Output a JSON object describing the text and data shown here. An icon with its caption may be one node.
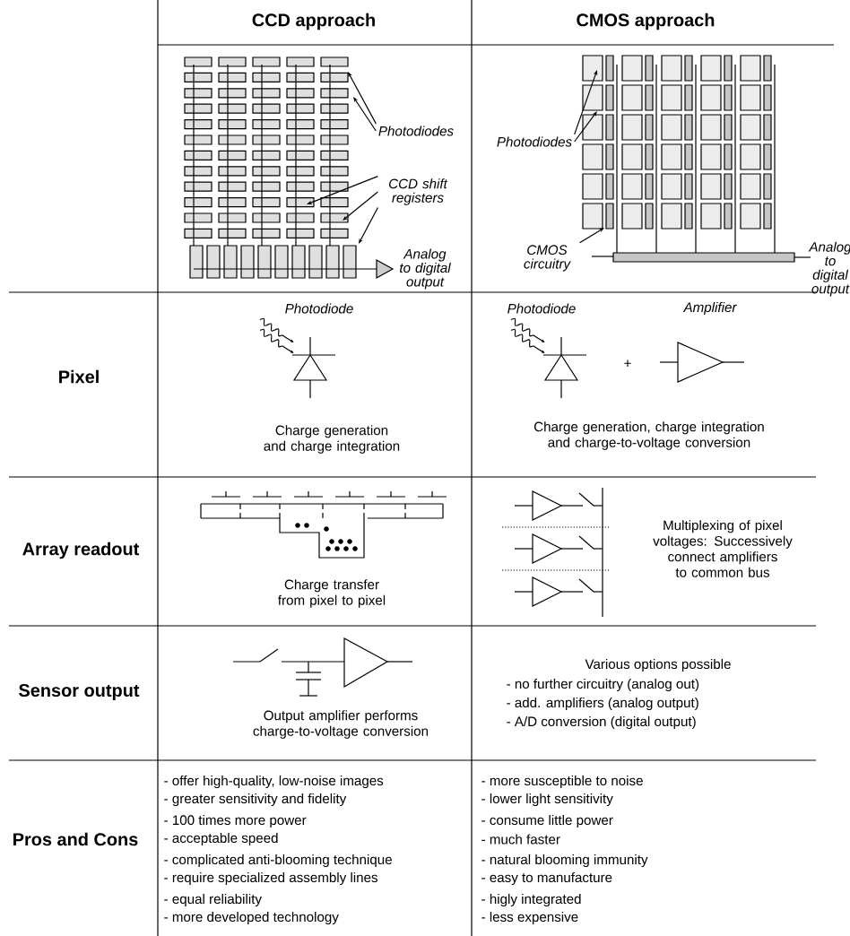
{
  "diagram": {
    "nodes": [
      {
        "text": [
          "Photodiodes"
        ]
      },
      {
        "text": [
          "CCD shift registers"
        ]
      },
      {
        "text": [
          "Photodiodes"
        ]
      },
      {
        "text": [
          "CMOS circuitry"
        ]
      }
    ],
    "edges": [
      {
        "from": 0,
        "to": null,
        "arrow": "to"
      },
      {
        "from": 0,
        "to": null,
        "arrow": "to"
      },
      {
        "from": 1,
        "to": null,
        "arrow": "to"
      },
      {
        "from": 1,
        "to": null,
        "arrow": "to"
      },
      {
        "from": 1,
        "to": null,
        "arrow": "to"
      },
      {
        "from": 2,
        "to": null,
        "arrow": "to"
      },
      {
        "from": 2,
        "to": null,
        "arrow": "to"
      },
      {
        "from": 3,
        "to": null,
        "arrow": "to"
      }
    ],
    "labels": [
      "CCD approach",
      "CMOS approach",
      "Analog to digital output",
      "Analog to digital output",
      "Pixel",
      "Photodiode",
      "Charge generation and charge integration",
      "Photodiode",
      "Amplifier",
      "+",
      "Charge generation, charge integration and charge-to-voltage conversion",
      "Array readout",
      "Charge transfer from pixel to pixel",
      "Multiplexing of pixel voltages: Successively connect amplifiers to common bus",
      "Sensor output",
      "Output amplifier performs charge-to-voltage conversion",
      "Various options possible",
      "- no further circuitry (analog out)",
      "- add. amplifiers (analog output)",
      "- A/D conversion (digital output)",
      "Pros and Cons",
      "- offer high-quality, low-noise images",
      "- greater sensitivity and fidelity",
      "- 100 times more power",
      "- acceptable speed",
      "- complicated anti-blooming technique",
      "- require specialized assembly lines",
      "- equal reliability",
      "- more developed technology",
      "- more susceptible to noise",
      "- lower light sensitivity",
      "- consume little power",
      "- much faster",
      "- natural blooming immunity",
      "- easy to manufacture",
      "- higly integrated",
      "- less expensive"
    ]
  }
}
